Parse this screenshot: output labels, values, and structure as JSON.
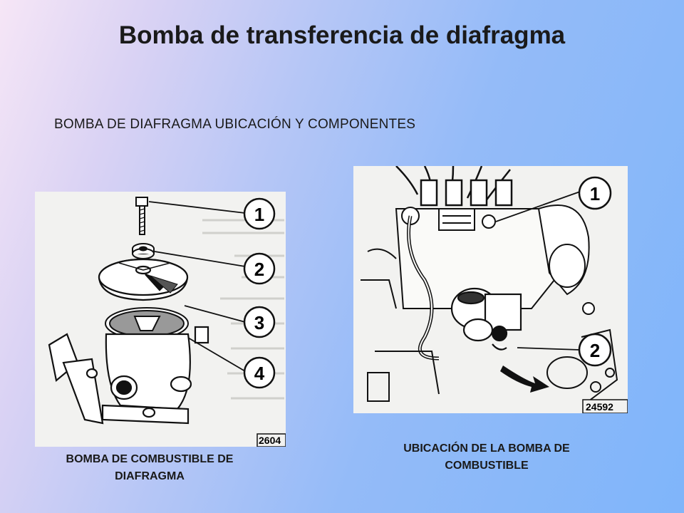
{
  "slide": {
    "title": "Bomba de transferencia de diafragma",
    "subtitle": "BOMBA DE DIAFRAGMA UBICACIÓN Y COMPONENTES"
  },
  "figure_left": {
    "callouts": [
      "1",
      "2",
      "3",
      "4"
    ],
    "stamp": "2604",
    "caption_line1": "BOMBA  DE COMBUSTIBLE DE",
    "caption_line2": "DIAFRAGMA"
  },
  "figure_right": {
    "callouts": [
      "1",
      "2"
    ],
    "stamp": "24592",
    "caption_line1": "UBICACIÓN DE LA BOMBA DE",
    "caption_line2": "COMBUSTIBLE"
  }
}
